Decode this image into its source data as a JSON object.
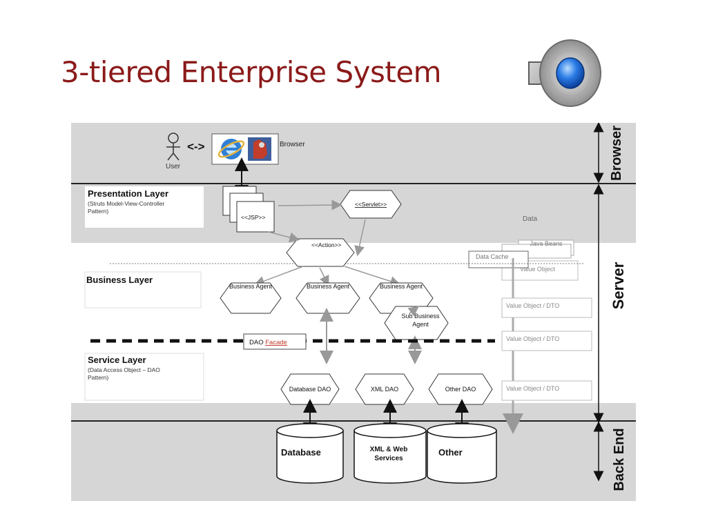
{
  "slide": {
    "title": "3-tiered Enterprise System",
    "sound_icon": "speaker-sound-icon"
  },
  "diagram": {
    "tiers": {
      "browser": "Browser",
      "server": "Server",
      "backend": "Back End"
    },
    "user": {
      "label": "User",
      "arrow": "<->",
      "browser_label": "Browser",
      "icons": [
        "internet-explorer-icon",
        "netscape-browser-icon"
      ]
    },
    "presentation": {
      "title": "Presentation Layer",
      "desc_line1": "(Struts Model-View-Controller",
      "desc_line2": "Pattern)",
      "jsp": "<<JSP>>",
      "servlet": "<<Servlet>>",
      "action": "<<Action>>"
    },
    "business": {
      "title": "Business Layer",
      "agents": [
        "Business Agent",
        "Business Agent",
        "Business Agent"
      ],
      "sub_agent_line1": "Sub Business",
      "sub_agent_line2": "Agent",
      "dao_facade_prefix": "DAO",
      "dao_facade_link": "Facade"
    },
    "service": {
      "title": "Service Layer",
      "desc_line1": "(Data Access Object – DAO",
      "desc_line2": "Pattern)",
      "daos": [
        "Database DAO",
        "XML DAO",
        "Other DAO"
      ]
    },
    "data_column": {
      "title": "Data",
      "java_beans": "Java Beans",
      "data_cache": "Data Cache",
      "value_object": "Value Object",
      "vo_dto": [
        "Value Object / DTO",
        "Value Object / DTO",
        "Value Object / DTO"
      ]
    },
    "backend": {
      "stores": [
        "Database",
        "XML & Web",
        "Services",
        "Other"
      ]
    }
  }
}
